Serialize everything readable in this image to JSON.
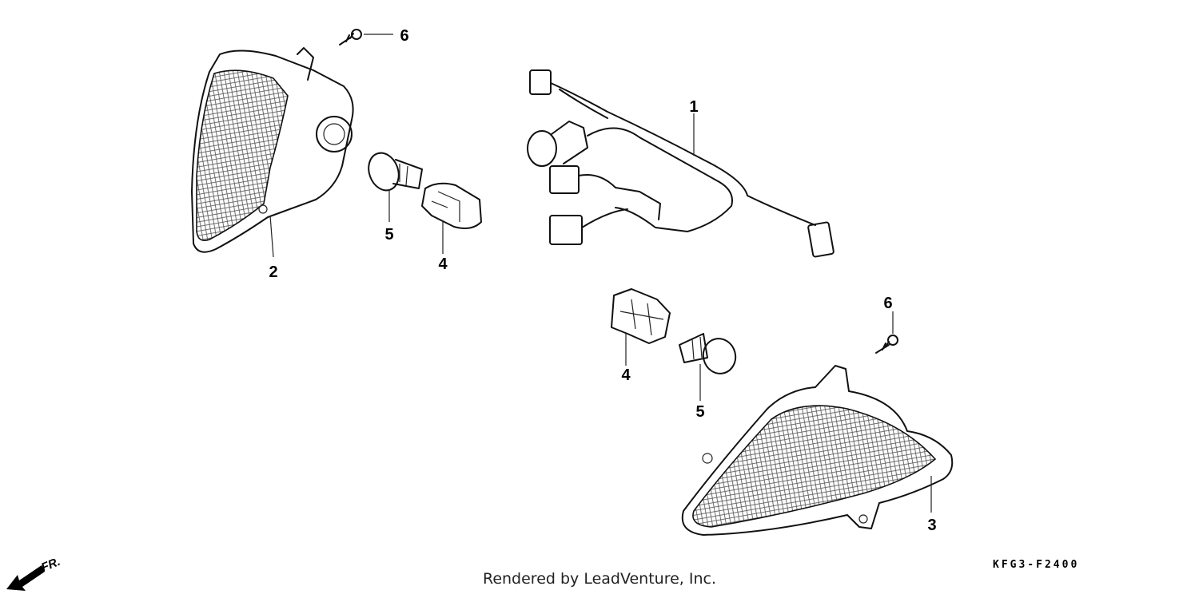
{
  "diagram": {
    "parts": [
      {
        "id": "part-1",
        "label": "1"
      },
      {
        "id": "part-2",
        "label": "2"
      },
      {
        "id": "part-3",
        "label": "3"
      },
      {
        "id": "part-4a",
        "label": "4"
      },
      {
        "id": "part-4b",
        "label": "4"
      },
      {
        "id": "part-5a",
        "label": "5"
      },
      {
        "id": "part-5b",
        "label": "5"
      },
      {
        "id": "part-6a",
        "label": "6"
      },
      {
        "id": "part-6b",
        "label": "6"
      }
    ],
    "front_marker": "FR.",
    "diagram_code": "KFG3-F2400",
    "credit": "Rendered by LeadVenture, Inc."
  }
}
